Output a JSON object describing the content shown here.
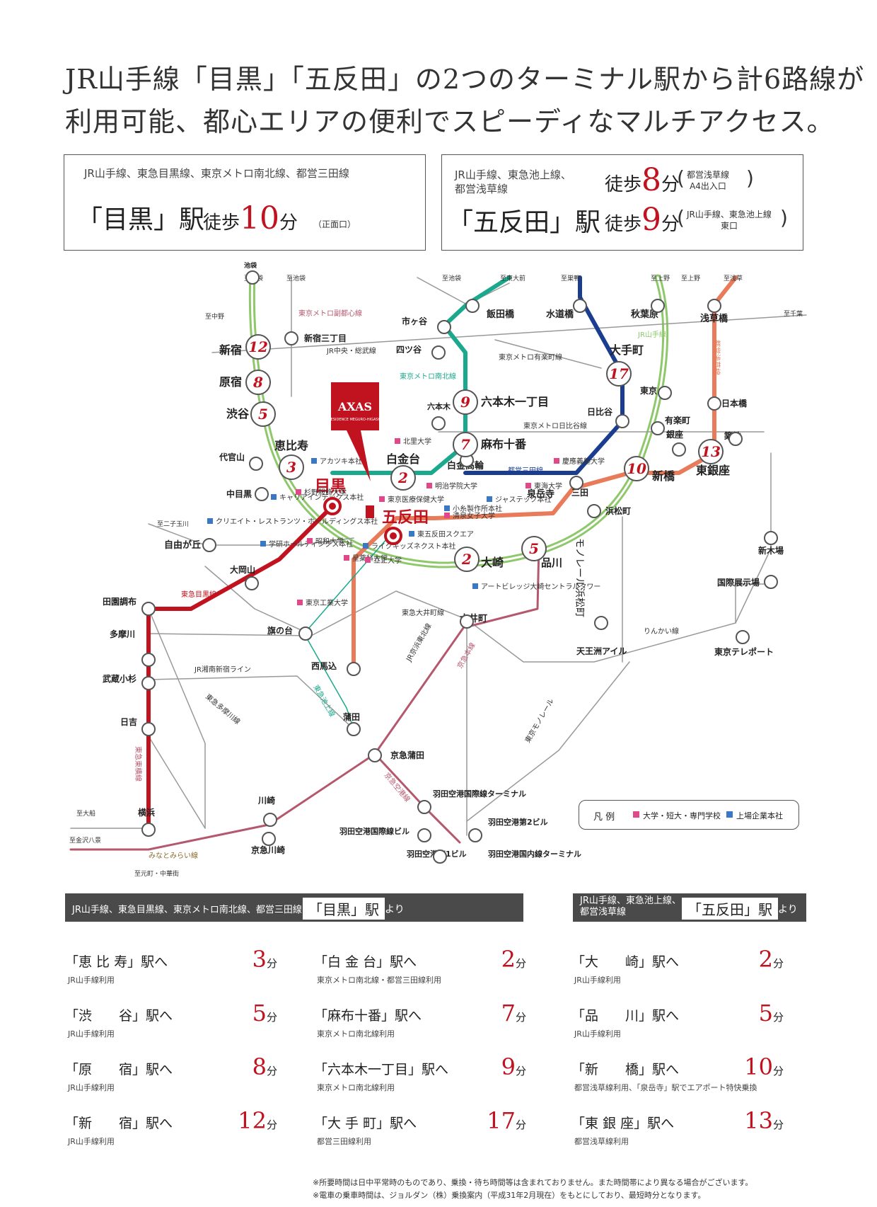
{
  "headline": {
    "line1": "JR山手線「目黒」「五反田」の2つのターミナル駅から計6路線が",
    "line2": "利用可能、都心エリアの便利でスピーディなマルチアクセス。"
  },
  "box_meguro": {
    "lines": "JR山手線、東急目黒線、東京メトロ南北線、都営三田線",
    "station": "「目黒」駅",
    "walk_label": "徒歩",
    "walk_min": "10",
    "walk_unit": "分",
    "exit": "（正面口）"
  },
  "box_gotanda": {
    "lines_a": "JR山手線、東急池上線、",
    "lines_b": "都営浅草線",
    "station": "「五反田」駅",
    "walk1_label": "徒歩",
    "walk1_min": "8",
    "walk1_unit": "分",
    "exit1_a": "都営浅草線",
    "exit1_b": "A4出入口",
    "walk2_label": "徒歩",
    "walk2_min": "9",
    "walk2_unit": "分",
    "exit2_a": "JR山手線、東急池上線",
    "exit2_b": "東口"
  },
  "colors": {
    "yamanote": "#8ec86a",
    "namboku": "#1aa98c",
    "mita": "#1a3d8f",
    "asakusa": "#e87b5a",
    "meguro_line": "#c1121f",
    "keikyu": "#b5586e",
    "accent_red": "#c1121f",
    "university": "#e0488a",
    "company": "#3a78c4",
    "gray_line": "#999999",
    "dark": "#4a4a4a"
  },
  "map": {
    "bound_labels": [
      "至池袋",
      "至池袋",
      "至池袋",
      "至東大前",
      "至巣鴨",
      "至上野",
      "至上野",
      "至浅草",
      "至千葉",
      "至中野",
      "至二子玉川",
      "至大船",
      "至金沢八景",
      "至元町・中華街"
    ],
    "line_labels": [
      "東京メトロ副都心線",
      "JR中央・総武線",
      "東京メトロ南北線",
      "東京メトロ有楽町線",
      "JR山手線",
      "東京メトロ日比谷線",
      "都営三田線",
      "都営浅草線",
      "東急目黒線",
      "東急大井町線",
      "JR湘南新宿ライン",
      "東急多摩川線",
      "東急東横線",
      "みなとみらい線",
      "東急池上線",
      "JR京浜東北線",
      "京急本線",
      "東京モノレール",
      "京急空港線",
      "りんかい線",
      "モノレール浜松町"
    ],
    "stations": [
      "池袋",
      "新宿三丁目",
      "新宿",
      "原宿",
      "渋谷",
      "恵比寿",
      "代官山",
      "中目黒",
      "自由が丘",
      "大岡山",
      "田園調布",
      "多摩川",
      "武蔵小杉",
      "日吉",
      "横浜",
      "旗の台",
      "西馬込",
      "蒲田",
      "京急蒲田",
      "川崎",
      "京急川崎",
      "羽田空港国際線ビル",
      "羽田空港第1ビル",
      "羽田空港第2ビル",
      "羽田空港国際線ターミナル",
      "羽田空港国内線ターミナル",
      "目黒",
      "五反田",
      "白金台",
      "白金高輪",
      "市ヶ谷",
      "飯田橋",
      "四ツ谷",
      "六本木",
      "六本木一丁目",
      "麻布十番",
      "水道橋",
      "秋葉原",
      "浅草橋",
      "大手町",
      "東京",
      "日比谷",
      "有楽町",
      "銀座",
      "日本橋",
      "築地",
      "東銀座",
      "新橋",
      "三田",
      "浜松町",
      "泉岳寺",
      "品川",
      "大崎",
      "大井町",
      "天王洲アイル",
      "新木場",
      "国際展示場",
      "東京テレポート"
    ],
    "badges": [
      {
        "station": "新宿",
        "min": "12"
      },
      {
        "station": "原宿",
        "min": "8"
      },
      {
        "station": "渋谷",
        "min": "5"
      },
      {
        "station": "恵比寿",
        "min": "3"
      },
      {
        "station": "白金台",
        "min": "2"
      },
      {
        "station": "六本木一丁目",
        "min": "9"
      },
      {
        "station": "麻布十番",
        "min": "7"
      },
      {
        "station": "大手町",
        "min": "17"
      },
      {
        "station": "東銀座",
        "min": "13"
      },
      {
        "station": "新橋",
        "min": "10"
      },
      {
        "station": "大崎",
        "min": "2"
      },
      {
        "station": "品川",
        "min": "5"
      }
    ],
    "universities": [
      "北里大学",
      "明治学院大学",
      "東京医療保健大学",
      "杉野服飾大学",
      "清泉女子大学",
      "昭和大学",
      "星薬科大学",
      "東京工業大学",
      "立正大学",
      "慶應義塾大学",
      "東海大学"
    ],
    "companies": [
      "アカツキ本社",
      "キャリアインデックス本社",
      "クリエイト・レストランツ・ホールディングス本社",
      "学研ホールディングス本社",
      "ジャステック本社",
      "小糸製作所本社",
      "東五反田スクエア",
      "ライクキッズネクスト本社",
      "アートビレッジ大崎セントラルタワー"
    ],
    "property_label": "AXAS",
    "property_sub": "RESIDENCE MEGURO-HIGASHI",
    "legend_title": "凡 例",
    "legend_univ": "大学・短大・専門学校",
    "legend_company": "上場企業本社"
  },
  "table_meguro": {
    "head_lines": "JR山手線、東急目黒線、東京メトロ南北線、都営三田線",
    "head_station": "「目黒」駅",
    "head_yori": "より",
    "rows": [
      {
        "dest": "「恵 比 寿」駅へ",
        "via": "JR山手線利用",
        "min": "3",
        "unit": "分"
      },
      {
        "dest": "「渋　　谷」駅へ",
        "via": "JR山手線利用",
        "min": "5",
        "unit": "分"
      },
      {
        "dest": "「原　　宿」駅へ",
        "via": "JR山手線利用",
        "min": "8",
        "unit": "分"
      },
      {
        "dest": "「新　　宿」駅へ",
        "via": "JR山手線利用",
        "min": "12",
        "unit": "分"
      },
      {
        "dest": "「白 金 台」駅へ",
        "via": "東京メトロ南北線・都営三田線利用",
        "min": "2",
        "unit": "分"
      },
      {
        "dest": "「麻布十番」駅へ",
        "via": "東京メトロ南北線利用",
        "min": "7",
        "unit": "分"
      },
      {
        "dest": "「六本木一丁目」駅へ",
        "via": "東京メトロ南北線利用",
        "min": "9",
        "unit": "分"
      },
      {
        "dest": "「大 手 町」駅へ",
        "via": "都営三田線利用",
        "min": "17",
        "unit": "分"
      }
    ]
  },
  "table_gotanda": {
    "head_lines_a": "JR山手線、東急池上線、",
    "head_lines_b": "都営浅草線",
    "head_station": "「五反田」駅",
    "head_yori": "より",
    "rows": [
      {
        "dest": "「大　　崎」駅へ",
        "via": "JR山手線利用",
        "min": "2",
        "unit": "分"
      },
      {
        "dest": "「品　　川」駅へ",
        "via": "JR山手線利用",
        "min": "5",
        "unit": "分"
      },
      {
        "dest": "「新　　橋」駅へ",
        "via": "都営浅草線利用、「泉岳寺」駅でエアポート特快乗換",
        "min": "10",
        "unit": "分"
      },
      {
        "dest": "「東 銀 座」駅へ",
        "via": "都営浅草線利用",
        "min": "13",
        "unit": "分"
      }
    ]
  },
  "footnotes": [
    "※所要時間は日中平常時のものであり、乗換・待ち時間等は含まれておりません。また時間帯により異なる場合がございます。",
    "※電車の乗車時間は、ジョルダン（株）乗換案内（平成31年2月現在）をもとにしており、最短時分となります。"
  ]
}
